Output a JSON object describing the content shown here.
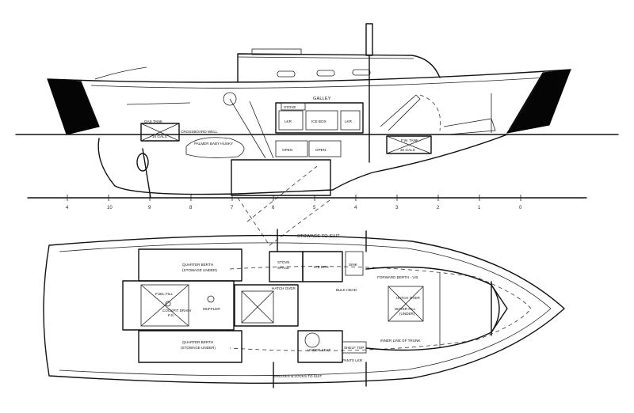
{
  "profile": {
    "galley": "GALLEY",
    "stove": "STOVE",
    "lkr_aft": "LKR",
    "ice_box": "ICE BOX",
    "lkr_fwd": "LKR",
    "open_1": "OPEN",
    "open_2": "OPEN",
    "gas_tank": "GAS TANK",
    "gas_gals": "15 GALS",
    "fw_tank": "F.W. TANK",
    "fw_gals": "20 GALS",
    "note_1": "CROSSBOARD WELL",
    "note_2": "PALMER BABY HUSKY"
  },
  "stations": [
    "4",
    "10",
    "9",
    "8",
    "7",
    "6",
    "5",
    "4",
    "3",
    "2",
    "1",
    "0"
  ],
  "plan": {
    "stowage_to_suit": "STOWAGE TO SUIT",
    "quarter_berth_top": "QUARTER BERTH",
    "stowage_under_top": "(STOWAGE UNDER)",
    "quarter_berth_bottom": "QUARTER BERTH",
    "stowage_under_bottom": "(STOWAGE UNDER)",
    "stove_space_1": "STOVE",
    "stove_space_2": "SPACE",
    "ice_box": "ICE BOX",
    "sink": "SINK",
    "forward_berth": "FORWARD BERTH - V.B.",
    "bulkhead": "BULK HEAD",
    "hatch_over_main": "HATCH OVER",
    "hatch_over_fwd": "HATCH OVER",
    "water_fill": "WATER FILL",
    "water_fill_2": "(UNDER)",
    "fuel_fill": "FUEL FILL",
    "cockpit_drain_1": "COCKPIT DRAIN",
    "cockpit_drain_2": "P.S.",
    "muffler": "MUFFLER",
    "under_seat": "UNDER SEAT",
    "shelf_top": "SHELF TOP",
    "pants_lkr": "PANTS LKR",
    "inner_trunk": "INNER LINE OF TRUNK",
    "shelves": "SHELVES & LOCKS TO SUIT"
  }
}
